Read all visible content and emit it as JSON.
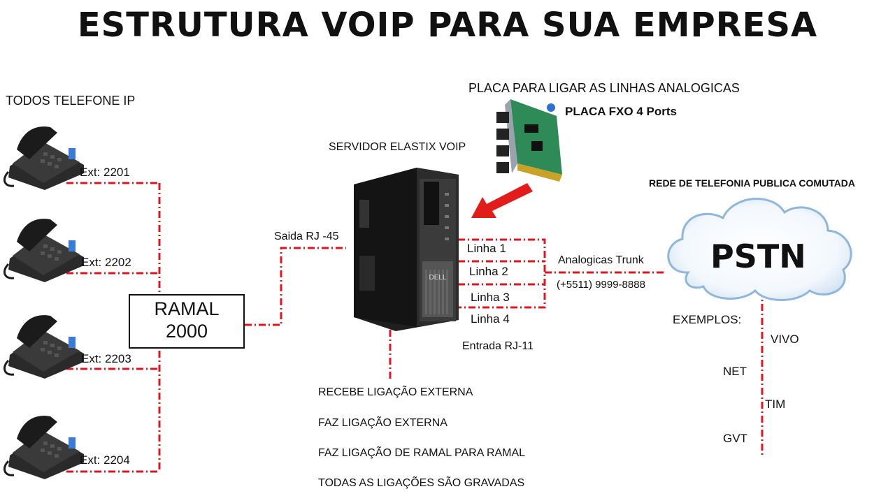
{
  "title": "ESTRUTURA VOIP PARA SUA EMPRESA",
  "phones_heading": "TODOS TELEFONE IP",
  "extensions": [
    "Ext: 2201",
    "Ext: 2202",
    "Ext: 2203",
    "Ext: 2204"
  ],
  "ramal": {
    "line1": "RAMAL",
    "line2": "2000"
  },
  "server": {
    "label": "SERVIDOR ELASTIX VOIP",
    "rj45": "Saida RJ -45",
    "rj11": "Entrada RJ-11",
    "brand": "DELL",
    "lines": [
      "Linha 1",
      "Linha 2",
      "Linha 3",
      "Linha 4"
    ]
  },
  "card": {
    "heading": "PLACA PARA LIGAR AS LINHAS ANALOGICAS",
    "name": "PLACA FXO 4 Ports"
  },
  "trunk": {
    "label": "Analogicas Trunk",
    "number": "(+5511) 9999-8888"
  },
  "pstn": {
    "heading": "REDE DE TELEFONIA PUBLICA COMUTADA",
    "label": "PSTN",
    "examples_label": "EXEMPLOS:",
    "carriers": [
      "VIVO",
      "NET",
      "TIM",
      "GVT"
    ]
  },
  "features": [
    "RECEBE LIGAÇÃO EXTERNA",
    "FAZ LIGAÇÃO EXTERNA",
    "FAZ LIGAÇÃO DE RAMAL PARA RAMAL",
    "TODAS AS LIGAÇÕES SÃO GRAVADAS"
  ],
  "colors": {
    "link": "#e0141e",
    "cloud_edge": "#8fb7dc",
    "board": "#2e8b57",
    "arrow": "#e21b1b"
  }
}
